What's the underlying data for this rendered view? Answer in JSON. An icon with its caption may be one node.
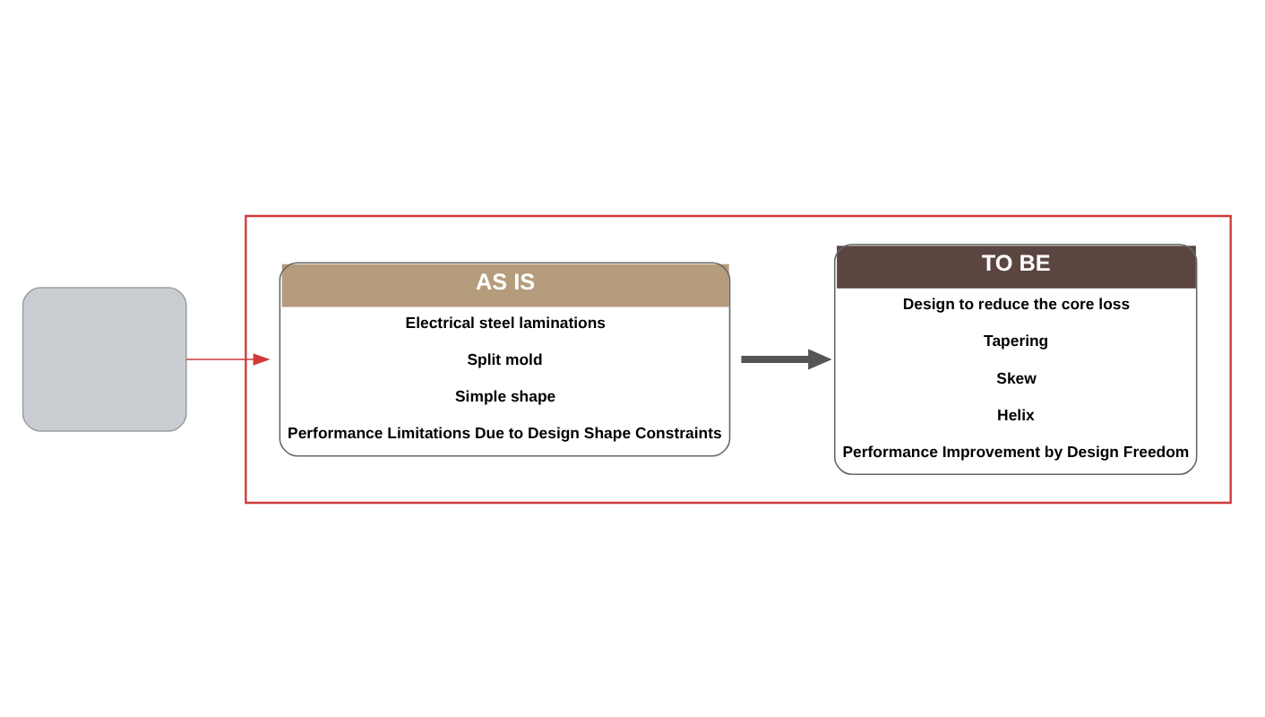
{
  "diagram": {
    "nodes": [
      {
        "text": [],
        "shape": "box"
      },
      {
        "text": [],
        "shape": "box"
      },
      {
        "text": [
          "AS IS",
          "Electrical steel laminations",
          "Split mold",
          "Simple shape",
          "Performance Limitations Due to Design Shape Constraints"
        ],
        "in": 1
      },
      {
        "text": [
          "TO BE",
          "Design to reduce the core loss",
          "Tapering",
          "Skew",
          "Helix",
          "Performance Improvement by Design Freedom"
        ],
        "in": 1
      }
    ],
    "edges": [
      {
        "from": 0,
        "to": 2,
        "arrow": "to",
        "color": "#d03a3a"
      },
      {
        "from": 2,
        "to": 3,
        "arrow": "to",
        "style": "thick",
        "color": "#555555"
      }
    ]
  }
}
